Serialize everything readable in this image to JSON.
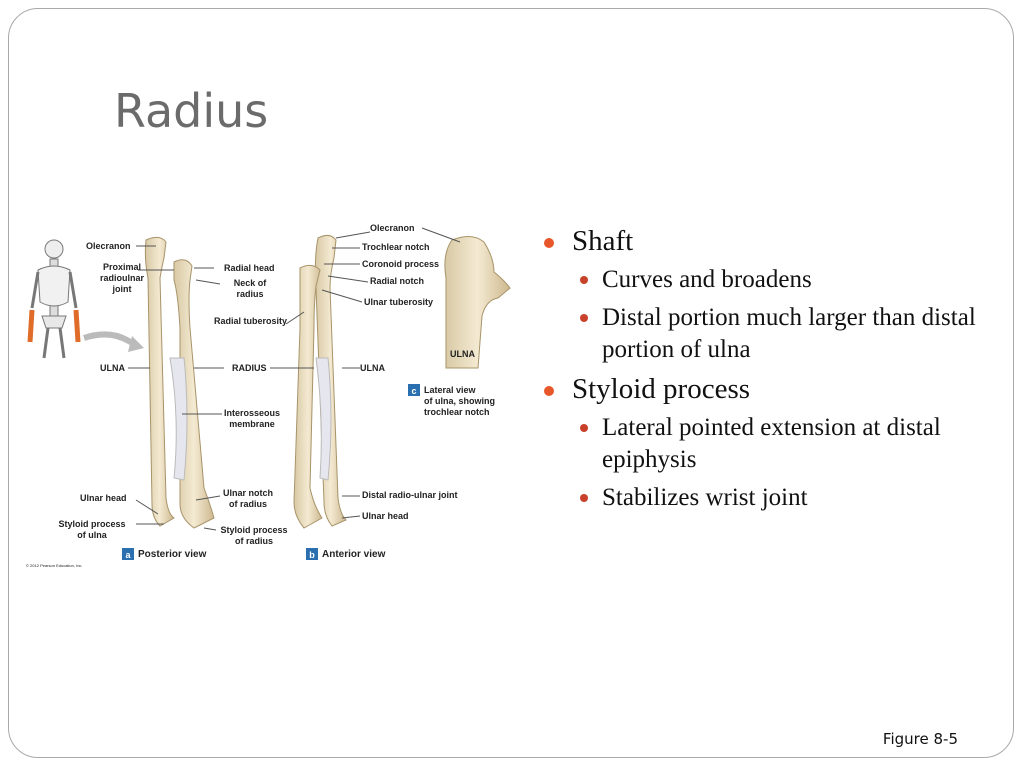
{
  "title": "Radius",
  "figure": {
    "labels": {
      "olecranon_a": "Olecranon",
      "proximal_joint": "Proximal",
      "proximal_joint_2": "radioulnar",
      "proximal_joint_3": "joint",
      "radial_head_a": "Radial head",
      "neck": "Neck of",
      "neck_2": "radius",
      "radial_tuberosity_a": "Radial tuberosity",
      "ulna_a": "ULNA",
      "radius": "RADIUS",
      "ulna_b": "ULNA",
      "interosseous": "Interosseous",
      "interosseous_2": "membrane",
      "ulnar_head_a": "Ulnar head",
      "styloid_ulna": "Styloid process",
      "styloid_ulna_2": "of ulna",
      "ulnar_notch": "Ulnar notch",
      "ulnar_notch_2": "of radius",
      "styloid_radius": "Styloid process",
      "styloid_radius_2": "of radius",
      "olecranon_b": "Olecranon",
      "trochlear_notch": "Trochlear notch",
      "coronoid": "Coronoid process",
      "radial_notch": "Radial notch",
      "ulnar_tuberosity": "Ulnar tuberosity",
      "distal_joint": "Distal radio-ulnar joint",
      "ulnar_head_b": "Ulnar head",
      "ulna_c": "ULNA",
      "panel_a_letter": "a",
      "panel_a": "Posterior view",
      "panel_b_letter": "b",
      "panel_b": "Anterior view",
      "panel_c_letter": "c",
      "panel_c": "Lateral view",
      "panel_c_2": "of ulna, showing",
      "panel_c_3": "trochlear notch",
      "copyright": "© 2012 Pearson Education, Inc."
    }
  },
  "bullets": [
    {
      "text": "Shaft",
      "children": [
        "Curves and broadens",
        "Distal portion much larger than distal portion of ulna"
      ]
    },
    {
      "text": "Styloid process",
      "children": [
        "Lateral pointed extension at distal epiphysis",
        "Stabilizes wrist joint"
      ]
    }
  ],
  "caption": "Figure 8-5",
  "colors": {
    "bullet_level1": "#e8572a",
    "bullet_level2": "#c8412a",
    "title": "#6b6b6b",
    "badge": "#2a6fb0"
  }
}
